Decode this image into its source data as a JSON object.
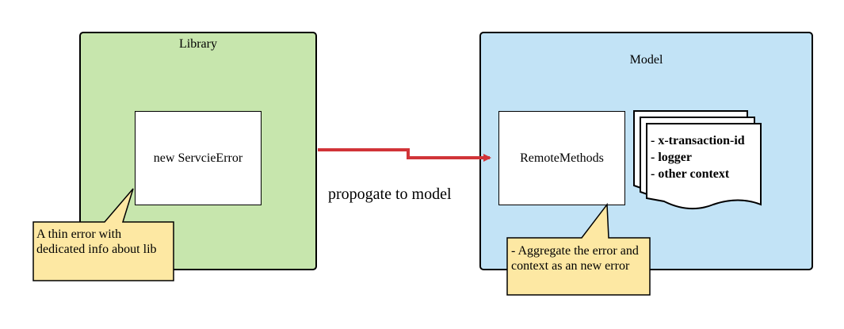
{
  "library": {
    "title": "Library",
    "inner_label": "new ServcieError"
  },
  "model": {
    "title": "Model",
    "inner_label": "RemoteMethods",
    "context_items": [
      "- x-transaction-id",
      "- logger",
      "- other context"
    ]
  },
  "edge": {
    "label": "propogate to model"
  },
  "callouts": {
    "library_note": "A thin error with dedicated info about lib",
    "model_note": "- Aggregate the error and context as an new error"
  },
  "colors": {
    "library_fill": "#c7e6ad",
    "model_fill": "#c2e3f6",
    "callout_fill": "#fde8a3",
    "arrow": "#d13438",
    "inner_fill": "#ffffff"
  }
}
